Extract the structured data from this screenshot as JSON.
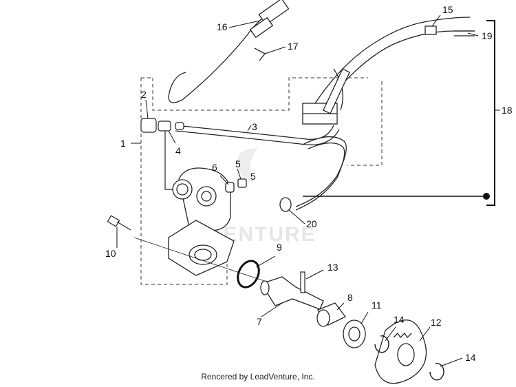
{
  "diagram": {
    "callouts": [
      "1",
      "2",
      "3",
      "4",
      "5",
      "6",
      "5",
      "7",
      "8",
      "9",
      "10",
      "11",
      "12",
      "13",
      "14",
      "14",
      "15",
      "16",
      "17",
      "18",
      "19",
      "20"
    ],
    "watermark": "ADVENTURE"
  },
  "footer": {
    "credit": "Rencered by LeadVenture, Inc."
  }
}
